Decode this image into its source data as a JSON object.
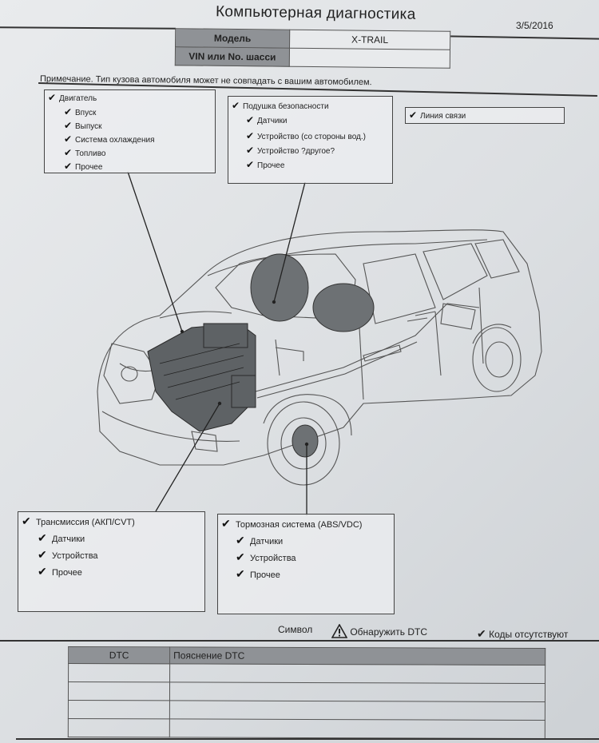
{
  "header": {
    "title": "Компьютерная диагностика",
    "date": "3/5/2016"
  },
  "model_table": {
    "model_label": "Модель",
    "model_value": "X-TRAIL",
    "vin_label": "VIN или No. шасси",
    "vin_value": ""
  },
  "note": "Примечание. Тип кузова автомобиля может не совпадать с вашим автомобилем.",
  "engine_box": {
    "title": "Двигатель",
    "items": [
      "Впуск",
      "Выпуск",
      "Система охлаждения",
      "Топливо",
      "Прочее"
    ]
  },
  "airbag_box": {
    "title": "Подушка безопасности",
    "items": [
      "Датчики",
      "Устройство (со стороны вод.)",
      "Устройство ?другое?",
      "Прочее"
    ]
  },
  "comm_box": {
    "title": "Линия связи"
  },
  "transmission_box": {
    "title": "Трансмиссия (АКП/CVT)",
    "items": [
      "Датчики",
      "Устройства",
      "Прочее"
    ]
  },
  "brake_box": {
    "title": "Тормозная система (ABS/VDC)",
    "items": [
      "Датчики",
      "Устройства",
      "Прочее"
    ]
  },
  "legend": {
    "symbol_label": "Символ",
    "warning_label": "Обнаружить DTC",
    "ok_label": "Коды отсутствуют",
    "warning_icon": "warning-triangle-icon",
    "ok_icon": "checkmark-icon"
  },
  "dtc_table": {
    "col_dtc": "DTC",
    "col_explanation": "Пояснение DTC",
    "rows": [
      [
        "",
        ""
      ],
      [
        "",
        ""
      ],
      [
        "",
        ""
      ],
      [
        "",
        ""
      ]
    ]
  },
  "colors": {
    "header_gray": "#8f9296",
    "paper": "#e6e8ea"
  }
}
